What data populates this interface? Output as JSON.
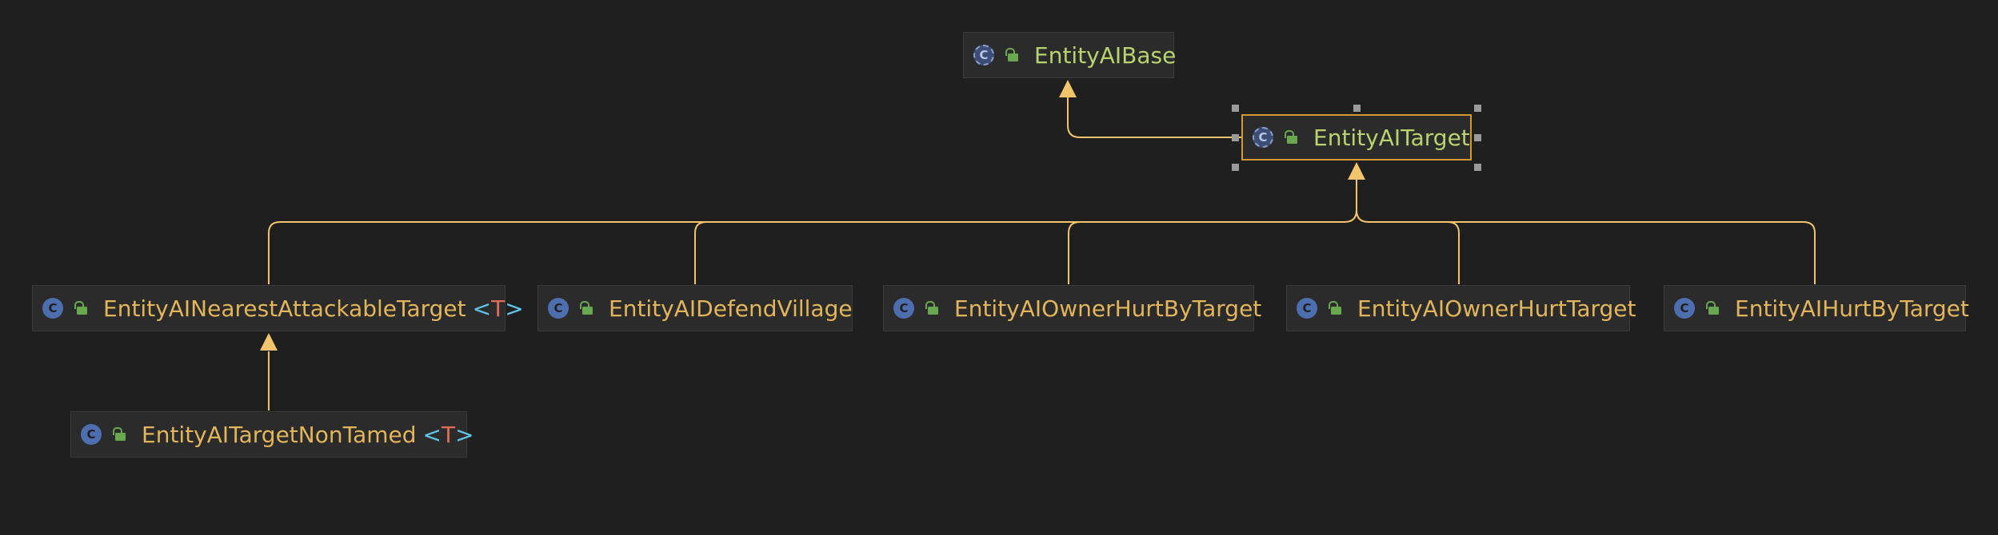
{
  "diagram": {
    "nodes": {
      "base": {
        "name": "EntityAIBase",
        "kind_icon": "C"
      },
      "target": {
        "name": "EntityAITarget",
        "kind_icon": "C"
      },
      "nearest": {
        "name": "EntityAINearestAttackableTarget",
        "kind_icon": "C",
        "generic_open": "<",
        "generic_param": "T",
        "generic_close": ">"
      },
      "defend": {
        "name": "EntityAIDefendVillage",
        "kind_icon": "C"
      },
      "owner_hurt_by": {
        "name": "EntityAIOwnerHurtByTarget",
        "kind_icon": "C"
      },
      "owner_hurt": {
        "name": "EntityAIOwnerHurtTarget",
        "kind_icon": "C"
      },
      "hurt_by": {
        "name": "EntityAIHurtByTarget",
        "kind_icon": "C"
      },
      "non_tamed": {
        "name": "EntityAITargetNonTamed",
        "kind_icon": "C",
        "generic_open": "<",
        "generic_param": "T",
        "generic_close": ">"
      }
    },
    "colors": {
      "background": "#1f1f1f",
      "edge": "#f2c46b",
      "class_name": "#e3b55b",
      "abstract_name": "#b9d36e",
      "class_icon": "#4d6fb0",
      "selection": "#d59a2f",
      "public_lock": "#6aa84f",
      "type_bracket": "#5fc4e8",
      "type_param": "#e06c5b"
    },
    "icons": {
      "class": "class-c-icon",
      "abstract_class": "abstract-class-c-icon",
      "visibility": "public-lock-icon",
      "arrowhead": "inheritance-arrowhead-icon"
    },
    "edges": [
      {
        "from": "target",
        "to": "base",
        "type": "extends"
      },
      {
        "from": "nearest",
        "to": "target",
        "type": "extends"
      },
      {
        "from": "defend",
        "to": "target",
        "type": "extends"
      },
      {
        "from": "owner_hurt_by",
        "to": "target",
        "type": "extends"
      },
      {
        "from": "owner_hurt",
        "to": "target",
        "type": "extends"
      },
      {
        "from": "hurt_by",
        "to": "target",
        "type": "extends"
      },
      {
        "from": "non_tamed",
        "to": "nearest",
        "type": "extends"
      }
    ],
    "selected_node": "target"
  }
}
